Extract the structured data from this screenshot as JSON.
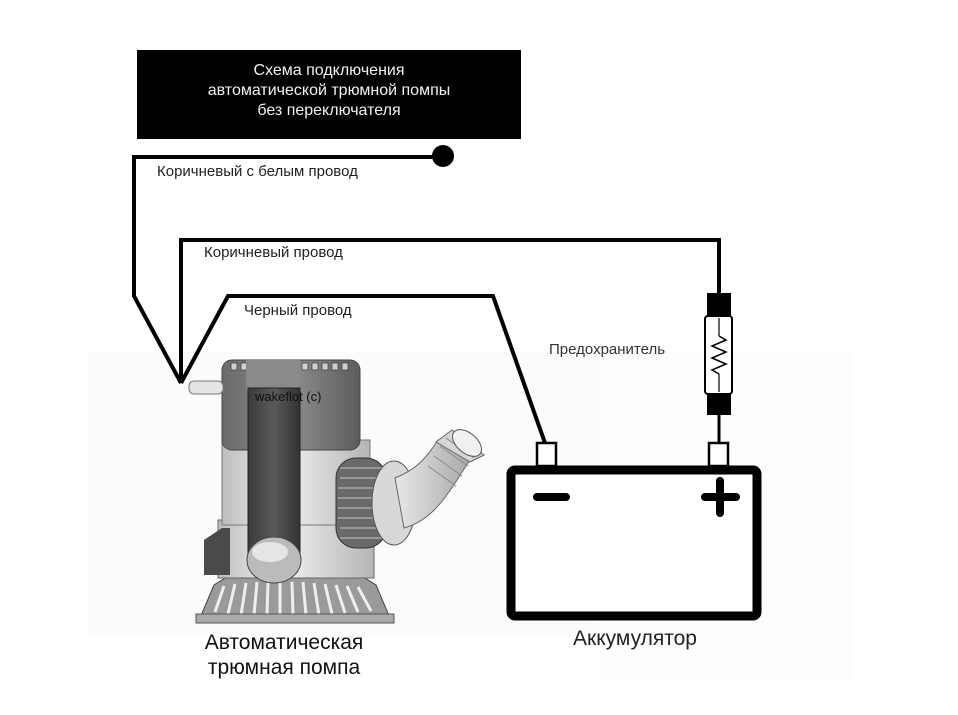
{
  "title": {
    "lines": [
      "Схема подключения",
      "автоматической трюмной помпы",
      "без переключателя"
    ]
  },
  "wires": [
    {
      "id": "brown-white",
      "label": "Коричневый с белым провод"
    },
    {
      "id": "brown",
      "label": "Коричневый провод"
    },
    {
      "id": "black",
      "label": "Черный провод"
    }
  ],
  "fuse": {
    "label": "Предохранитель"
  },
  "pump": {
    "caption_lines": [
      "Автоматическая",
      "трюмная помпа"
    ],
    "watermark": "wakeflot (c)"
  },
  "battery": {
    "caption": "Аккумулятор",
    "negative_symbol": "−",
    "positive_symbol": "+"
  },
  "colors": {
    "wire": "#000000",
    "title_bg": "#000000",
    "title_text": "#f2f2f2",
    "pump_dark": "#5a5a5a",
    "pump_light": "#d9d9d9"
  }
}
